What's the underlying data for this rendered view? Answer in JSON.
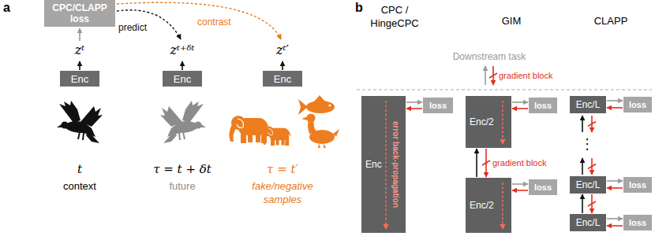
{
  "diagram": {
    "nodes": [
      {
        "text": [
          "CPC/CLAPP loss"
        ]
      },
      {
        "text": [
          "Enc"
        ]
      },
      {
        "text": [
          "Enc"
        ]
      },
      {
        "text": [
          "Enc"
        ]
      },
      {
        "text": [
          "Enc",
          "error back-propagation"
        ]
      },
      {
        "text": [
          "loss"
        ]
      },
      {
        "text": [
          "Enc/2"
        ]
      },
      {
        "text": [
          "loss"
        ]
      },
      {
        "text": [
          "Enc/2"
        ]
      },
      {
        "text": [
          "loss"
        ]
      },
      {
        "text": [
          "Enc/L"
        ]
      },
      {
        "text": [
          "loss"
        ]
      },
      {
        "text": [
          "Enc/L"
        ]
      },
      {
        "text": [
          "loss"
        ]
      },
      {
        "text": [
          "Enc/L"
        ]
      },
      {
        "text": [
          "loss"
        ]
      }
    ],
    "edges": [
      {
        "from": 4,
        "to": 5,
        "arrow": "to"
      },
      {
        "from": 5,
        "to": 4,
        "arrow": "to"
      },
      {
        "from": 6,
        "to": 7,
        "arrow": "to"
      },
      {
        "from": 7,
        "to": 6,
        "arrow": "to"
      },
      {
        "from": 8,
        "to": 9,
        "arrow": "to"
      },
      {
        "from": 9,
        "to": 8,
        "arrow": "to"
      },
      {
        "from": 8,
        "to": 6,
        "arrow": "to"
      },
      {
        "from": 6,
        "to": 8,
        "label": "gradient block",
        "arrow": "to"
      },
      {
        "from": 10,
        "to": 11,
        "arrow": "to"
      },
      {
        "from": 11,
        "to": 10,
        "arrow": "to"
      },
      {
        "from": 12,
        "to": 13,
        "arrow": "to"
      },
      {
        "from": 13,
        "to": 12,
        "arrow": "to"
      },
      {
        "from": 14,
        "to": 15,
        "arrow": "to"
      },
      {
        "from": 15,
        "to": 14,
        "arrow": "to"
      },
      {
        "from": 14,
        "to": 12,
        "arrow": "to"
      },
      {
        "from": 12,
        "to": 14,
        "arrow": "to"
      }
    ],
    "labels": [
      "a",
      "predict",
      "contrast",
      "zᵗ",
      "zᵗ⁺ᵟᵗ",
      "zᵗ′",
      "t",
      "context",
      "τ = t + δt",
      "future",
      "τ = t′",
      "fake/negative samples",
      "b",
      "CPC / HingeCPC",
      "GIM",
      "CLAPP",
      "Downstream task",
      "gradient block",
      "⋮"
    ]
  }
}
